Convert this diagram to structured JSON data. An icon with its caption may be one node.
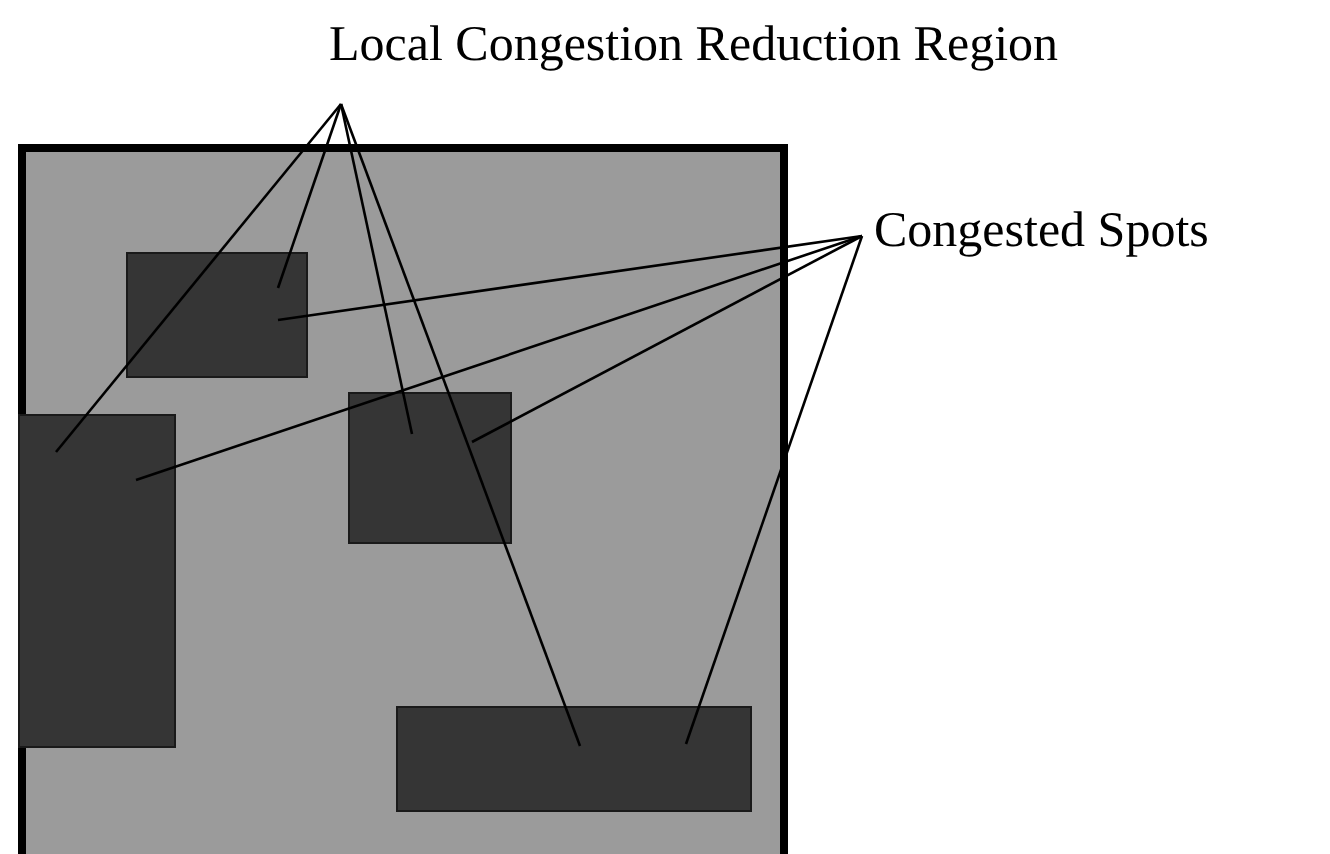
{
  "diagram": {
    "nodes": [
      {
        "text": [
          "Local Congestion Reduction Region"
        ]
      },
      {
        "text": [
          "Congested Spots"
        ]
      },
      {
        "text": [],
        "shape": "box"
      },
      {
        "text": [],
        "shape": "box",
        "in": 2
      },
      {
        "text": [],
        "shape": "box",
        "in": 2
      },
      {
        "text": [],
        "shape": "box",
        "in": 2
      },
      {
        "text": [],
        "shape": "box",
        "in": 2
      }
    ],
    "edges": [
      {
        "from": 0,
        "to": 4,
        "arrow": "none"
      },
      {
        "from": 0,
        "to": 3,
        "arrow": "none"
      },
      {
        "from": 0,
        "to": 5,
        "arrow": "none"
      },
      {
        "from": 0,
        "to": 6,
        "arrow": "none"
      },
      {
        "from": 1,
        "to": 3,
        "arrow": "none"
      },
      {
        "from": 1,
        "to": 4,
        "arrow": "none"
      },
      {
        "from": 1,
        "to": 5,
        "arrow": "none"
      },
      {
        "from": 1,
        "to": 6,
        "arrow": "none"
      }
    ]
  }
}
